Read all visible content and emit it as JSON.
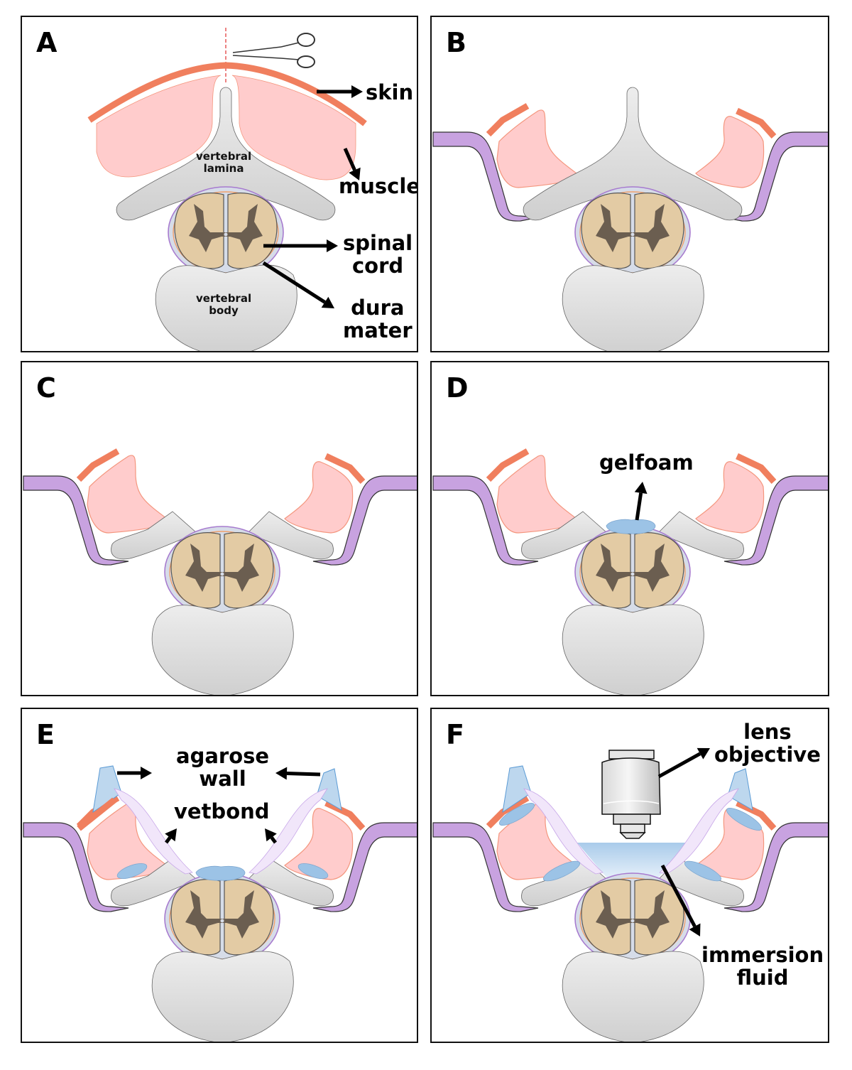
{
  "figure": {
    "colors": {
      "skin": "#F07F5E",
      "muscle": "#FFCCCC",
      "muscle_stroke": "#F4967E",
      "bone": "#E0E0E0",
      "bone_stroke": "#666666",
      "cord_white": "#E3CBA4",
      "cord_grey": "#6B5E50",
      "dura": "#A77BCF",
      "pia": "#F0A06A",
      "csf": "#D6DCE8",
      "retractor": "#C8A2E0",
      "gelfoam": "#9CC3E6",
      "agarose": "#BDD7EE",
      "fluid": "#BDD7EE",
      "arrow": "#000000",
      "incision_line": "#E03030"
    },
    "panels": [
      {
        "letter": "A",
        "labels": {
          "skin": "skin",
          "muscle": "muscle",
          "spinal_cord_1": "spinal",
          "spinal_cord_2": "cord",
          "dura_1": "dura",
          "dura_2": "mater",
          "lamina_1": "vertebral",
          "lamina_2": "lamina",
          "body_1": "vertebral",
          "body_2": "body"
        }
      },
      {
        "letter": "B"
      },
      {
        "letter": "C"
      },
      {
        "letter": "D",
        "labels": {
          "gelfoam": "gelfoam"
        }
      },
      {
        "letter": "E",
        "labels": {
          "agarose_1": "agarose",
          "agarose_2": "wall",
          "vetbond": "vetbond"
        }
      },
      {
        "letter": "F",
        "labels": {
          "lens_1": "lens",
          "lens_2": "objective",
          "fluid_1": "immersion",
          "fluid_2": "fluid"
        }
      }
    ]
  }
}
